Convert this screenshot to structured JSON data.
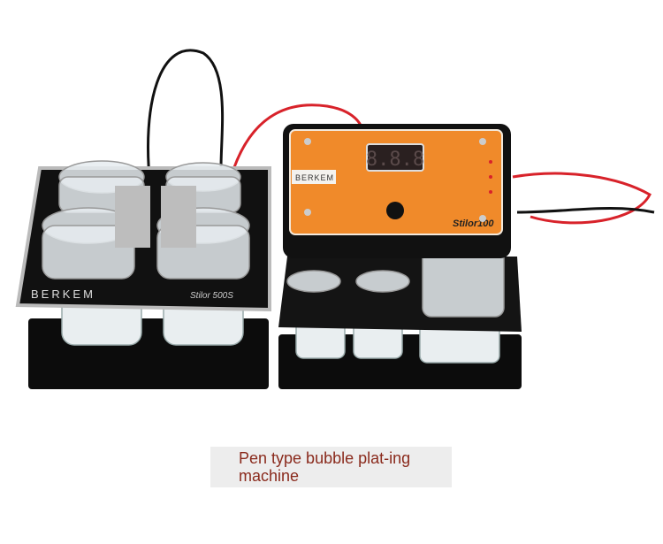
{
  "photo": {
    "left_tray_brand": "BERKEM",
    "left_tray_model": "Stilor 500S",
    "device_brand": "BERKEM",
    "device_model": "Stilor100",
    "display": "8.8.8",
    "colors": {
      "device_panel": "#f08a2a",
      "tray": "#111111",
      "lead_red": "#d8222a"
    }
  },
  "caption": {
    "text": "Pen type bubble plat-ing machine"
  }
}
